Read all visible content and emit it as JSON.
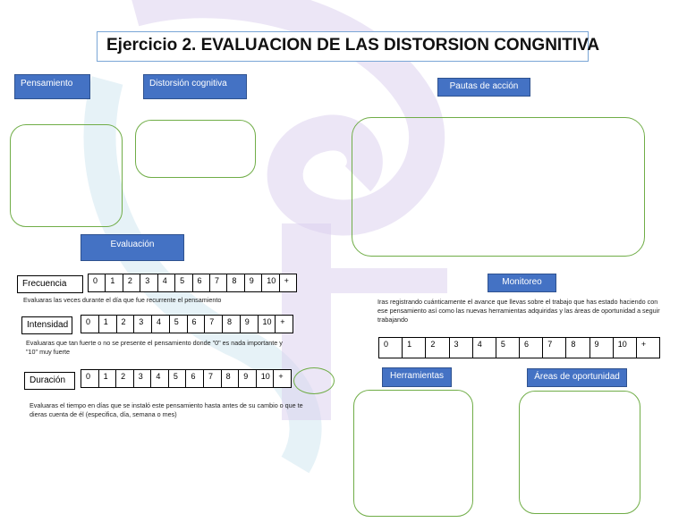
{
  "title": "Ejercicio 2. EVALUACION DE LAS DISTORSION CONGNITIVA",
  "labels": {
    "pensamiento": "Pensamiento",
    "distorsion": "Distorsión cognitiva",
    "pautas": "Pautas de acción",
    "evaluacion": "Evaluación",
    "monitoreo": "Monitoreo",
    "herramientas": "Herramientas",
    "areas": "Áreas de oportunidad"
  },
  "rows": {
    "frecuencia": {
      "label": "Frecuencia",
      "note": "Evaluaras las veces durante el día que fue recurrente el pensamiento"
    },
    "intensidad": {
      "label": "Intensidad",
      "note": "Evaluaras que tan fuerte o no se presente el pensamiento donde \"0\" es nada importante y \"10\" muy fuerte"
    },
    "duracion": {
      "label": "Duración",
      "note": "Evaluaras el tiempo en días que se instaló este pensamiento hasta antes de su cambio o que te dieras cuenta de él (especifica, día, semana o mes)"
    }
  },
  "scale": [
    "0",
    "1",
    "2",
    "3",
    "4",
    "5",
    "6",
    "7",
    "8",
    "9",
    "10",
    "+"
  ],
  "monitoreo_note": "Iras registrando cuánticamente el avance que llevas sobre el trabajo que has estado haciendo con ese pensamiento así como las nuevas herramientas adquiridas y las áreas de oportunidad a seguir trabajando",
  "colors": {
    "label_fill": "#4472c4",
    "box_border": "#70ad47"
  }
}
